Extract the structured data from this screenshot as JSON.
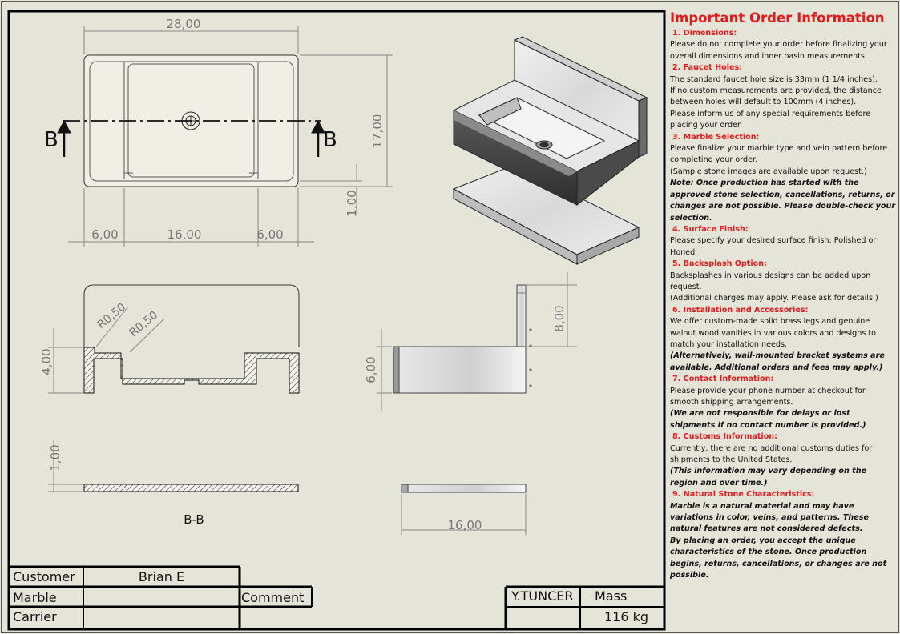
{
  "drawing": {
    "dimensions": {
      "top_width": "28,00",
      "top_height": "17,00",
      "top_wall": "1,00",
      "top_left": "6,00",
      "top_mid": "16,00",
      "top_right": "6,00",
      "radius_a": "R0,50",
      "radius_b": "R0,50",
      "section_height": "4,00",
      "base_thickness": "1,00",
      "backsplash_height": "8,00",
      "front_height": "6,00",
      "plate_width": "16,00"
    },
    "section_marker": "B",
    "section_label": "B-B"
  },
  "title_block": {
    "customer_label": "Customer",
    "customer_value": "Brian E",
    "marble_label": "Marble",
    "carrier_label": "Carrier",
    "comment_label": "Comment",
    "designer": "Y.TUNCER",
    "mass_label": "Mass",
    "mass_value": "116 kg"
  },
  "info": {
    "title": "Important Order Information",
    "sections": [
      {
        "heading": "1. Dimensions:",
        "body": [
          "Please do not complete your order before finalizing your overall dimensions and inner basin measurements."
        ],
        "note": []
      },
      {
        "heading": "2. Faucet Holes:",
        "body": [
          "The standard faucet hole size is 33mm (1 1/4 inches).",
          "If no custom measurements are provided, the distance between holes will default to 100mm (4 inches).",
          "Please inform us of any special requirements before placing your order."
        ],
        "note": []
      },
      {
        "heading": "3. Marble Selection:",
        "body": [
          "Please finalize your marble type and vein pattern before completing your order.",
          "(Sample stone images are available upon request.)"
        ],
        "note": [
          "Note: Once production has started with the approved stone selection, cancellations, returns, or changes are not possible. Please double-check your selection."
        ]
      },
      {
        "heading": "4. Surface Finish:",
        "body": [
          "Please specify your desired surface finish: Polished or Honed."
        ],
        "note": []
      },
      {
        "heading": "5. Backsplash Option:",
        "body": [
          "Backsplashes in various designs can be added upon request.",
          "(Additional charges may apply. Please ask for details.)"
        ],
        "note": []
      },
      {
        "heading": "6. Installation and Accessories:",
        "body": [
          "We offer custom-made solid brass legs and genuine walnut wood vanities in various colors and designs to match your installation needs."
        ],
        "note": [
          "(Alternatively, wall-mounted bracket systems are available. Additional orders and fees may apply.)"
        ]
      },
      {
        "heading": "7. Contact Information:",
        "body": [
          "Please provide your phone number at checkout for smooth shipping arrangements."
        ],
        "note": [
          "(We are not responsible for delays or lost shipments if no contact number is provided.)"
        ]
      },
      {
        "heading": "8. Customs Information:",
        "body": [
          "Currently, there are no additional customs duties for shipments to the United States."
        ],
        "note": [
          "(This information may vary depending on the region and over time.)"
        ]
      },
      {
        "heading": "9. Natural Stone Characteristics:",
        "body": [],
        "note": [
          "Marble is a natural material and may have variations in color, veins, and patterns. These natural features are not considered defects.",
          "By placing an order, you accept the unique characteristics of the stone. Once production begins, returns, cancellations, or changes are not possible."
        ]
      }
    ]
  }
}
